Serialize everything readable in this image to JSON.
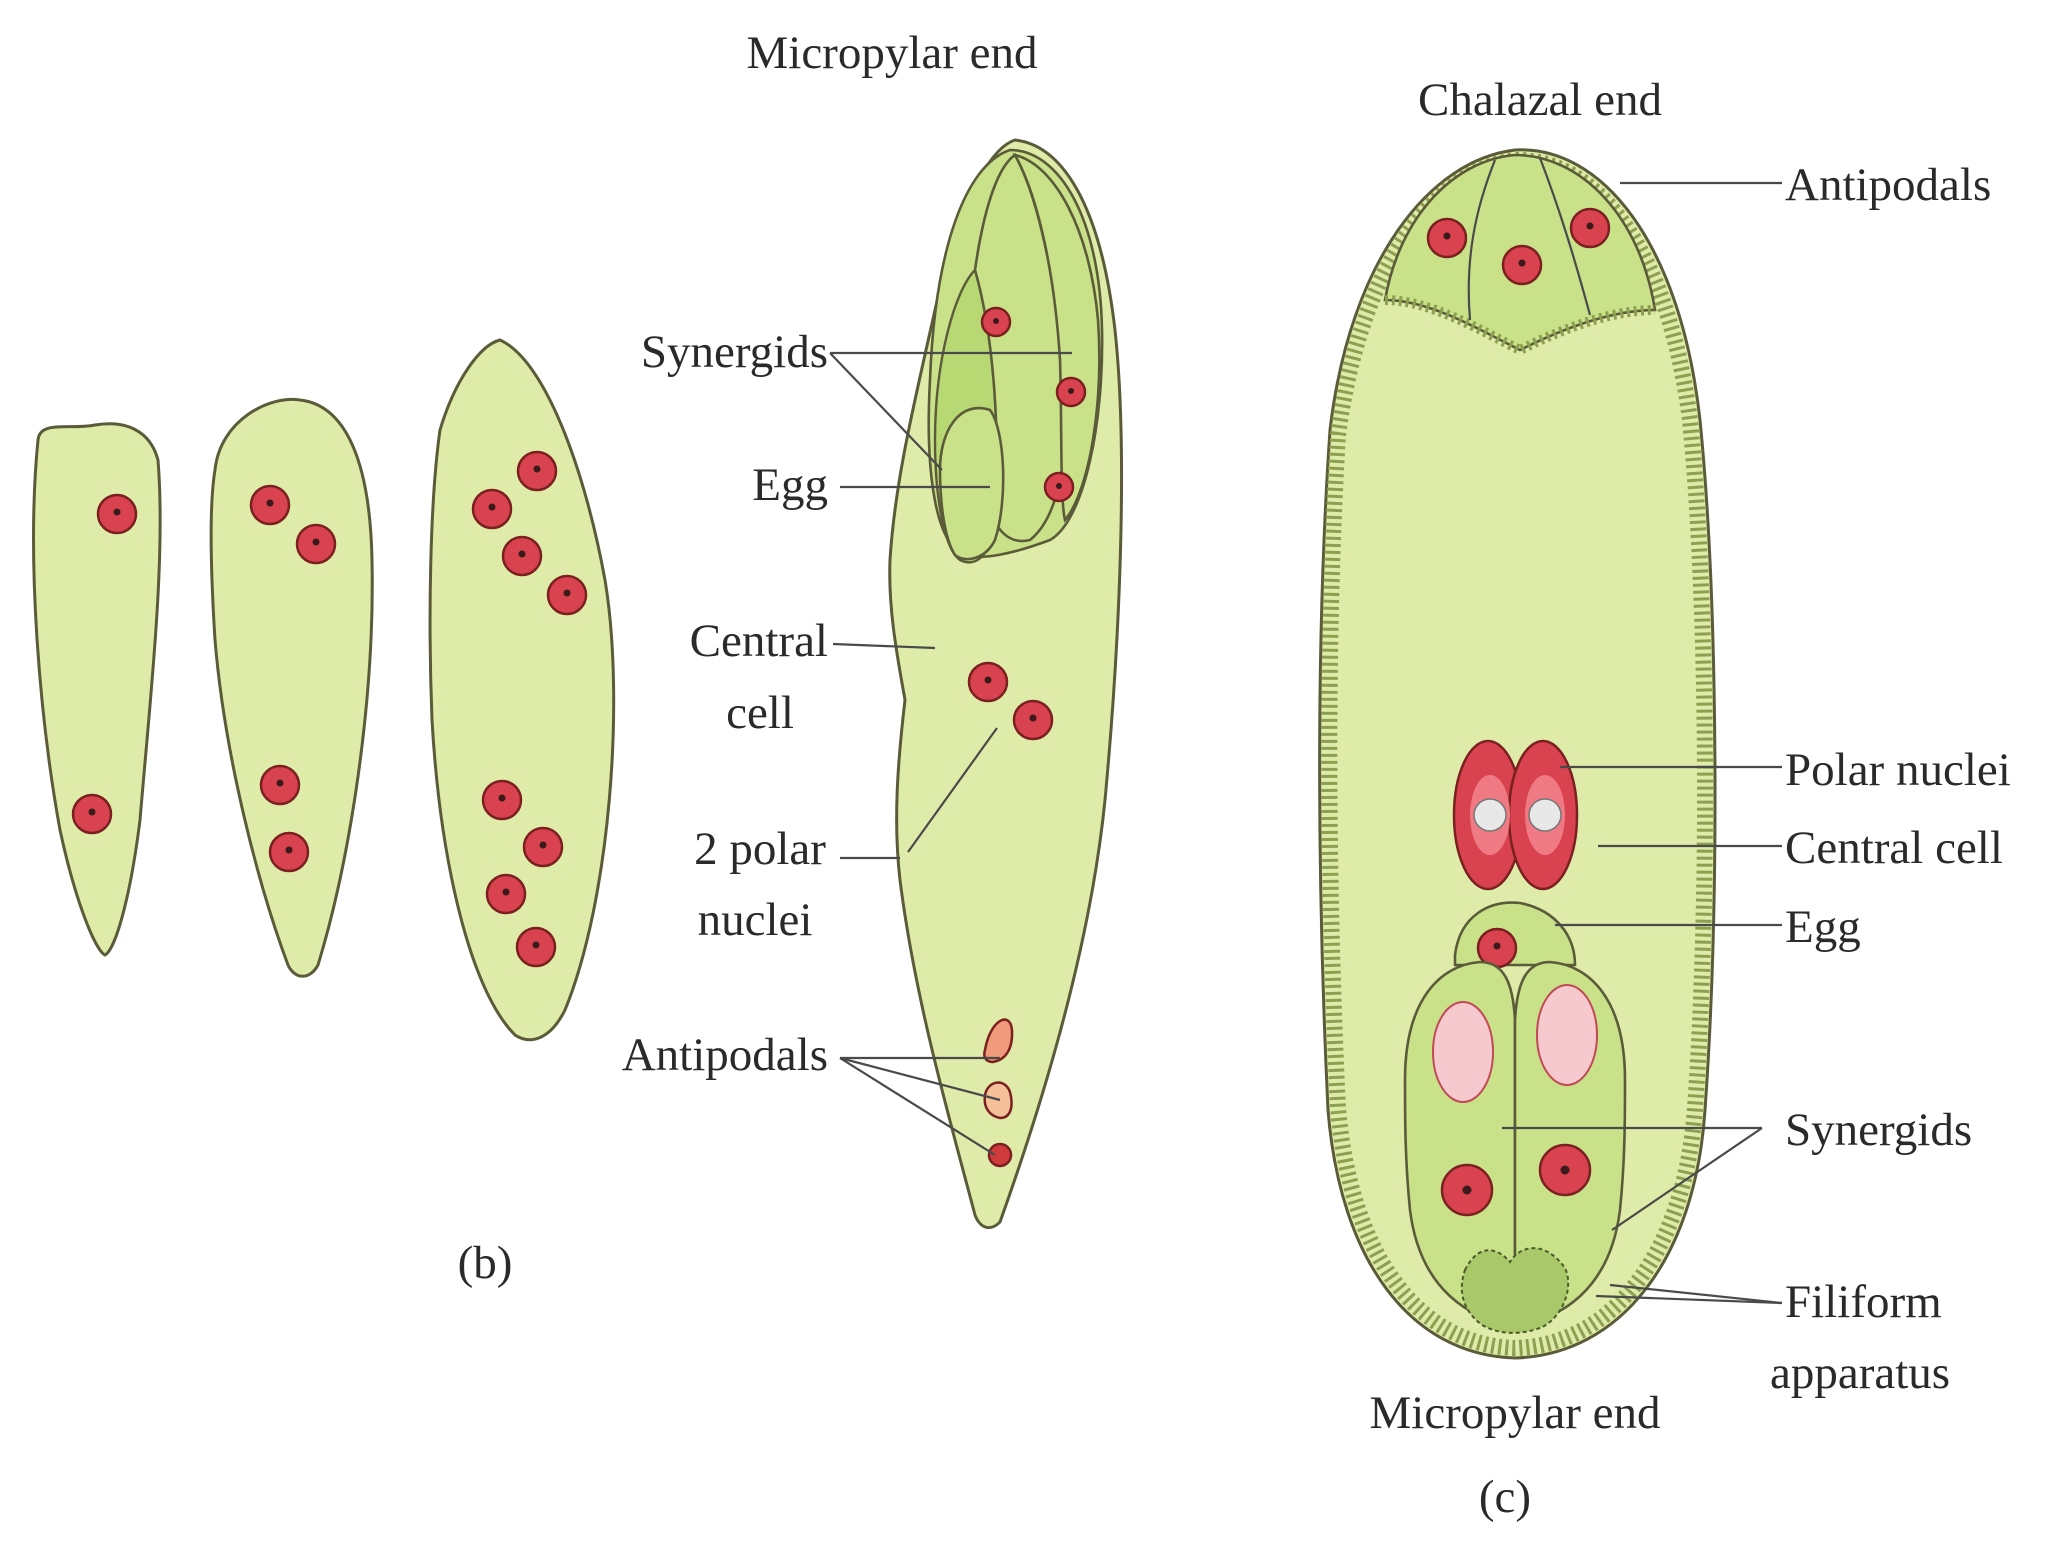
{
  "figure_b": {
    "caption": "(b)",
    "stage_labels": {
      "top": "Micropylar end",
      "synergids": "Synergids",
      "egg": "Egg",
      "central_cell_l1": "Central",
      "central_cell_l2": "cell",
      "polar_nuclei_l1": "2 polar",
      "polar_nuclei_l2": "nuclei",
      "antipodals": "Antipodals"
    }
  },
  "figure_c": {
    "caption": "(c)",
    "top": "Chalazal end",
    "bottom": "Micropylar end",
    "antipodals": "Antipodals",
    "polar_nuclei": "Polar nuclei",
    "central_cell": "Central cell",
    "egg": "Egg",
    "synergids": "Synergids",
    "filiform_l1": "Filiform",
    "filiform_l2": "apparatus"
  },
  "colors": {
    "cytoplasm": "#dfeba8",
    "cell_green": "#c9e28a",
    "nucleus": "#d9434f",
    "outline": "#5b5b3a"
  }
}
